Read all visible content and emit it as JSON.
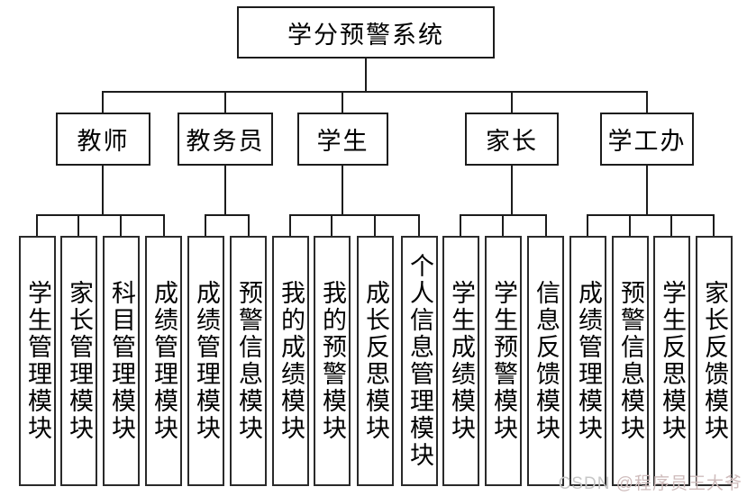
{
  "diagram_title": "学分预警系统",
  "root": {
    "label": "学分预警系统"
  },
  "roles": [
    {
      "id": "teacher",
      "label": "教师"
    },
    {
      "id": "academic-staff",
      "label": "教务员"
    },
    {
      "id": "student",
      "label": "学生"
    },
    {
      "id": "parent",
      "label": "家长"
    },
    {
      "id": "student-affairs",
      "label": "学工办"
    }
  ],
  "modules": [
    {
      "parent": "教师",
      "label": "学生管理模块"
    },
    {
      "parent": "教师",
      "label": "家长管理模块"
    },
    {
      "parent": "教师",
      "label": "科目管理模块"
    },
    {
      "parent": "教师",
      "label": "成绩管理模块"
    },
    {
      "parent": "教务员",
      "label": "成绩管理模块"
    },
    {
      "parent": "教务员",
      "label": "预警信息模块"
    },
    {
      "parent": "学生",
      "label": "我的成绩模块"
    },
    {
      "parent": "学生",
      "label": "我的预警模块"
    },
    {
      "parent": "学生",
      "label": "成长反思模块"
    },
    {
      "parent": "学生",
      "label": "个人信息管理模块"
    },
    {
      "parent": "家长",
      "label": "学生成绩模块"
    },
    {
      "parent": "家长",
      "label": "学生预警模块"
    },
    {
      "parent": "家长",
      "label": "信息反馈模块"
    },
    {
      "parent": "学工办",
      "label": "成绩管理模块"
    },
    {
      "parent": "学工办",
      "label": "预警信息模块"
    },
    {
      "parent": "学工办",
      "label": "学生反思模块"
    },
    {
      "parent": "学工办",
      "label": "家长反馈模块"
    }
  ],
  "watermark": {
    "brand": "CSDN",
    "user": "@程序员王大爷"
  },
  "colors": {
    "background": "#ffffff",
    "border": "#1c1c1c",
    "line": "#1c1c1c",
    "watermark_brand": "#c7c7c7",
    "watermark_user": "#cfbcbc"
  }
}
